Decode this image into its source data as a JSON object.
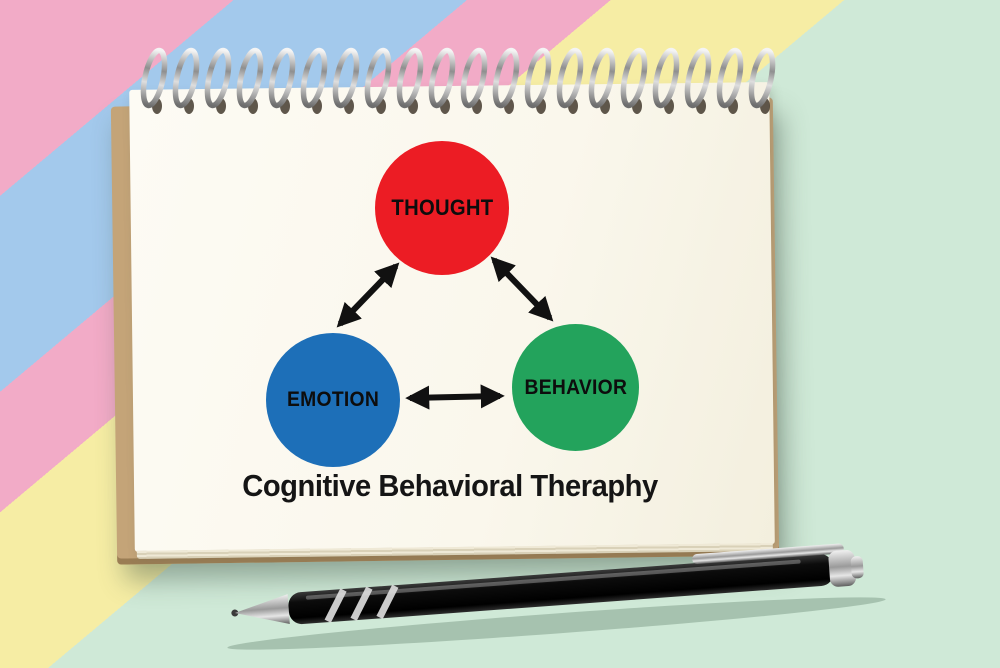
{
  "scene": {
    "background_stripe_colors": [
      "#f2abc7",
      "#a3c9ec",
      "#f2abc7",
      "#f6eda4",
      "#cfe9d7"
    ],
    "notepad_paper_color": "#faf7ec",
    "notepad_board_color": "#c4a478",
    "pen_body_color": "#111111"
  },
  "diagram": {
    "title": "Cognitive Behavioral Theraphy",
    "text_color": "#111111",
    "nodes": [
      {
        "id": "thought",
        "label": "THOUGHT",
        "color": "#ec1c24"
      },
      {
        "id": "emotion",
        "label": "EMOTION",
        "color": "#1d6fb8"
      },
      {
        "id": "behavior",
        "label": "BEHAVIOR",
        "color": "#23a35c"
      }
    ],
    "edges": [
      {
        "from": "thought",
        "to": "emotion",
        "style": "double-arrow"
      },
      {
        "from": "thought",
        "to": "behavior",
        "style": "double-arrow"
      },
      {
        "from": "emotion",
        "to": "behavior",
        "style": "double-arrow"
      }
    ]
  }
}
